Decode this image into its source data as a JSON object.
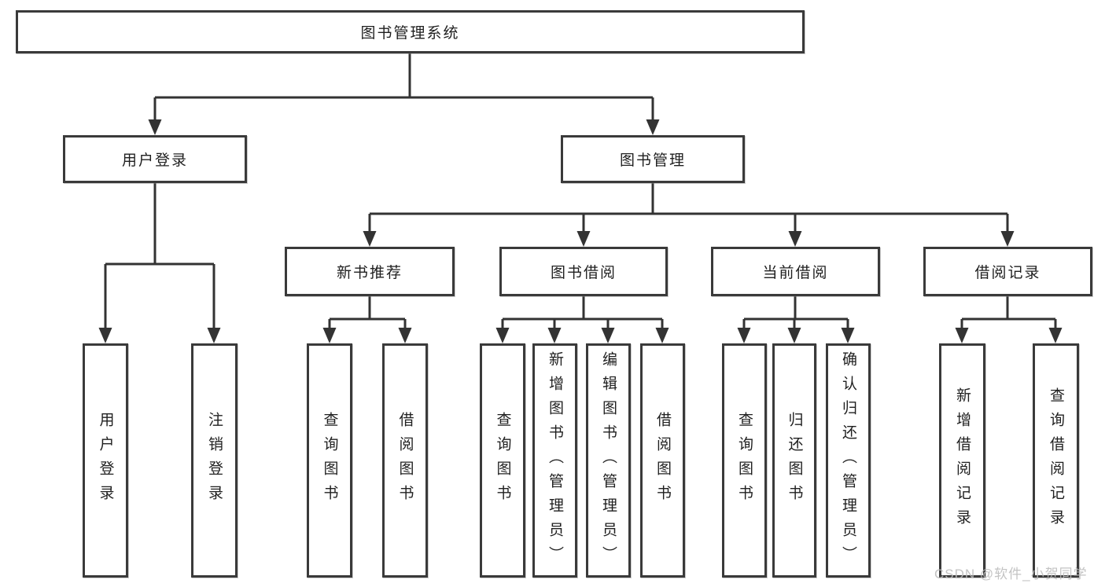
{
  "tree": {
    "root": "图书管理系统",
    "branches": [
      {
        "label": "用户登录",
        "leaves": [
          "用户登录",
          "注销登录"
        ]
      },
      {
        "label": "图书管理",
        "children": [
          {
            "label": "新书推荐",
            "leaves": [
              "查询图书",
              "借阅图书"
            ]
          },
          {
            "label": "图书借阅",
            "leaves": [
              "查询图书",
              "新增图书（管理员）",
              "编辑图书（管理员）",
              "借阅图书"
            ]
          },
          {
            "label": "当前借阅",
            "leaves": [
              "查询图书",
              "归还图书",
              "确认归还（管理员）"
            ]
          },
          {
            "label": "借阅记录",
            "leaves": [
              "新增借阅记录",
              "查询借阅记录"
            ]
          }
        ]
      }
    ]
  },
  "watermark": {
    "text": "CSDN @软件_小贺同学"
  },
  "colors": {
    "line": "#333333",
    "text": "#1f1f1f",
    "background": "#ffffff",
    "watermark": "#bdbdbd"
  }
}
